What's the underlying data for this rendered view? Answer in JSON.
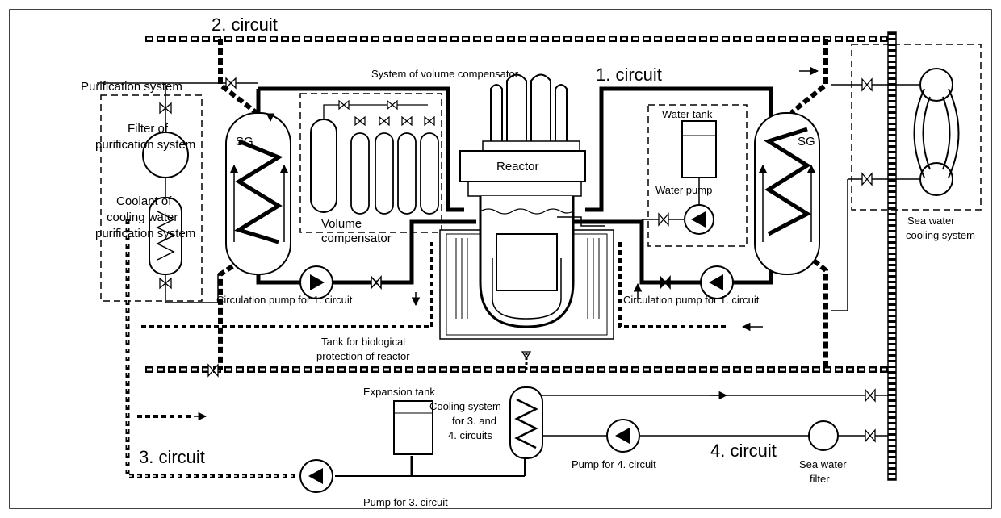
{
  "labels": {
    "circuit2": "2. circuit",
    "circuit1": "1. circuit",
    "circuit3": "3. circuit",
    "circuit4": "4. circuit",
    "purification_system": "Purification system",
    "filter_of": "Filter of",
    "purification_system_2": "purification system",
    "coolant_of": "Coolant of",
    "cooling_water": "cooling water",
    "purification_system_3": "purification system",
    "sg_left": "SG",
    "sg_right": "SG",
    "volume_compensator_system": "System of volume compensator",
    "volume": "Volume",
    "compensator": "compensator",
    "reactor": "Reactor",
    "water_tank": "Water tank",
    "water_pump": "Water pump",
    "circ_pump_left": "Circulation pump for 1. circuit",
    "circ_pump_right": "Circulation pump for 1. circuit",
    "tank_bio_1": "Tank for biological",
    "tank_bio_2": "protection of reactor",
    "sea_water_cooling_1": "Sea water",
    "sea_water_cooling_2": "cooling system",
    "expansion_tank": "Expansion tank",
    "cooling_sys_1": "Cooling system",
    "cooling_sys_2": "for 3. and",
    "cooling_sys_3": "4. circuits",
    "pump_4": "Pump for 4. circuit",
    "sea_water_filter_1": "Sea water",
    "sea_water_filter_2": "filter",
    "pump_3": "Pump for 3. circuit"
  }
}
